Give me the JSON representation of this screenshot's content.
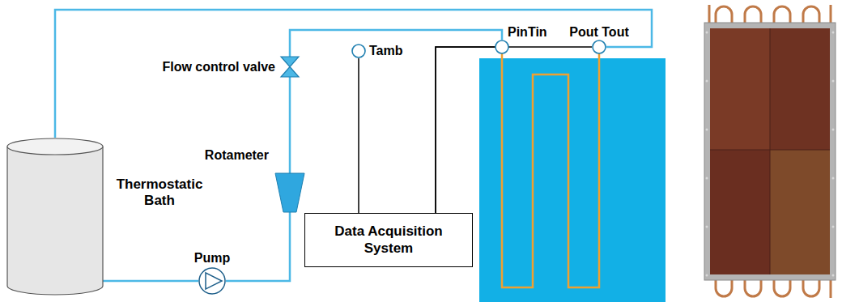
{
  "diagram": {
    "nodes": [
      {
        "text": [
          "Thermostatic Bath"
        ]
      },
      {
        "text": [
          "Pump"
        ]
      },
      {
        "text": [
          "Rotameter"
        ]
      },
      {
        "text": [
          "Flow control valve"
        ]
      },
      {
        "text": [
          "Data Acquisition System"
        ]
      },
      {
        "text": [
          "Tamb"
        ]
      },
      {
        "text": [
          "PinTin"
        ]
      },
      {
        "text": [
          "Pout Tout"
        ]
      }
    ],
    "edges": [
      {
        "from": 0,
        "to": 1,
        "arrow": "none"
      },
      {
        "from": 1,
        "to": 2,
        "arrow": "none"
      },
      {
        "from": 2,
        "to": 3,
        "arrow": "none"
      },
      {
        "from": 3,
        "to": 6,
        "arrow": "none"
      },
      {
        "from": 7,
        "to": 0,
        "arrow": "none"
      },
      {
        "from": 4,
        "to": 5,
        "arrow": "none"
      },
      {
        "from": 4,
        "to": 6,
        "arrow": "none"
      },
      {
        "from": 4,
        "to": 7,
        "arrow": "none"
      }
    ]
  }
}
